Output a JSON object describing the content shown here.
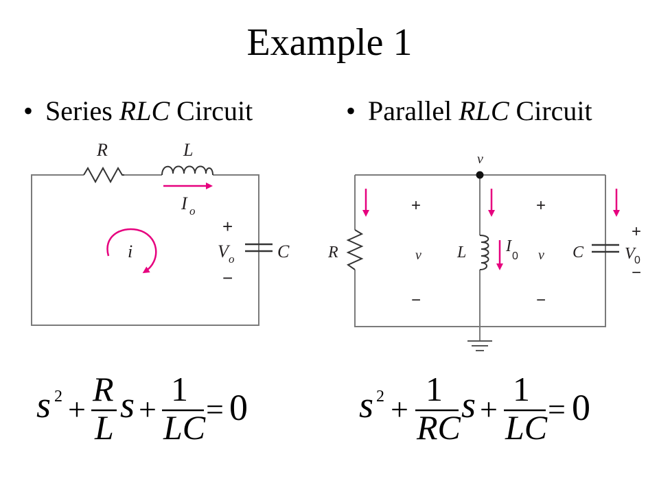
{
  "title": "Example 1",
  "bullets": {
    "left": {
      "marker": "•",
      "pre": "Series ",
      "em": "RLC",
      "post": " Circuit"
    },
    "right": {
      "marker": "•",
      "pre": "Parallel ",
      "em": "RLC",
      "post": " Circuit"
    }
  },
  "series_circuit": {
    "R": "R",
    "L": "L",
    "Io": "I",
    "Io_sub": "o",
    "i": "i",
    "plus": "+",
    "Vo": "V",
    "Vo_sub": "o",
    "minus": "−",
    "C": "C"
  },
  "parallel_circuit": {
    "v_node": "v",
    "R": "R",
    "L": "L",
    "I0": "I",
    "I0_sub": "0",
    "C": "C",
    "V0": "V",
    "V0_sub": "0",
    "v": "v",
    "plus": "+",
    "minus": "−"
  },
  "equations": {
    "left": {
      "s": "s",
      "sq": "2",
      "plus": "+",
      "num1": "R",
      "den1": "L",
      "num2": "1",
      "den2": "LC",
      "eq": "=",
      "zero": "0"
    },
    "right": {
      "s": "s",
      "sq": "2",
      "plus": "+",
      "num1": "1",
      "den1": "RC",
      "num2": "1",
      "den2": "LC",
      "eq": "=",
      "zero": "0"
    }
  },
  "colors": {
    "arrow": "#e6007e",
    "wire": "#7a7a7a"
  }
}
